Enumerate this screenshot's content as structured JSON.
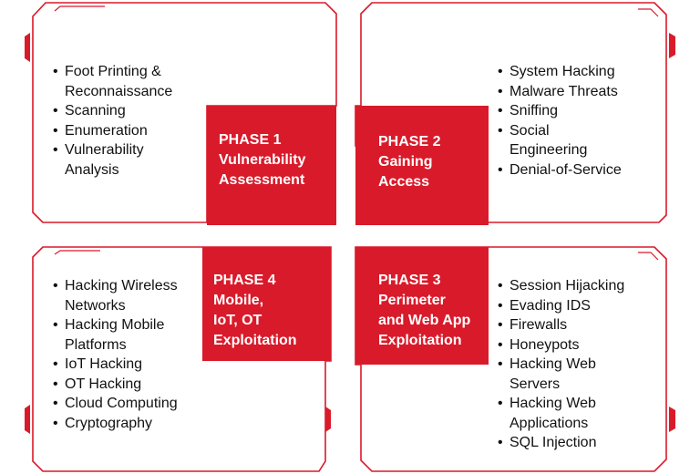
{
  "colors": {
    "accent": "#d91a2a",
    "frame": "#d91a2a",
    "text": "#111111",
    "background": "#ffffff"
  },
  "phases": [
    {
      "number": "PHASE 1",
      "title_lines": [
        "Vulnerability",
        "Assessment"
      ],
      "items": [
        "Foot Printing &",
        "Reconnaissance",
        "Scanning",
        "Enumeration",
        "Vulnerability",
        "Analysis"
      ]
    },
    {
      "number": "PHASE 2",
      "title_lines": [
        "Gaining",
        "Access"
      ],
      "items": [
        "System Hacking",
        "Malware Threats",
        "Sniffing",
        "Social",
        "Engineering",
        "Denial-of-Service"
      ]
    },
    {
      "number": "PHASE 3",
      "title_lines": [
        "Perimeter",
        "and Web App",
        "Exploitation"
      ],
      "items": [
        "Session Hijacking",
        "Evading IDS",
        "Firewalls",
        "Honeypots",
        "Hacking Web",
        "Servers",
        "Hacking Web",
        "Applications",
        "SQL Injection"
      ]
    },
    {
      "number": "PHASE 4",
      "title_lines": [
        "Mobile,",
        "IoT, OT",
        "Exploitation"
      ],
      "items": [
        "Hacking Wireless",
        "Networks",
        "Hacking Mobile",
        "Platforms",
        "IoT Hacking",
        "OT Hacking",
        "Cloud Computing",
        "Cryptography"
      ]
    }
  ]
}
